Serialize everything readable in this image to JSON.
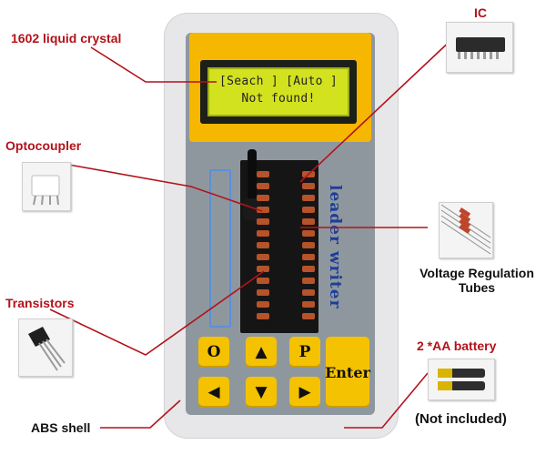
{
  "labels": {
    "lcd": "1602 liquid crystal",
    "ic": "IC",
    "optocoupler": "Optocoupler",
    "voltage_regulation": "Voltage Regulation Tubes",
    "transistors": "Transistors",
    "battery": "2 *AA battery",
    "abs_shell": "ABS shell",
    "not_included": "(Not included)"
  },
  "lcd": {
    "line1": "[Seach ] [Auto ]",
    "line2": "Not found!"
  },
  "brand": "leader writer",
  "keys": {
    "o": "O",
    "up": "▲",
    "p": "P",
    "enter": "Enter",
    "left": "◀",
    "down": "▼",
    "right": "▶"
  },
  "colors": {
    "callout": "#b3121a",
    "bezel": "#f6b700",
    "lcd": "#d2e21f",
    "key": "#f4c200",
    "shell": "#e7e7e9",
    "brand_text": "#1c3e98"
  }
}
